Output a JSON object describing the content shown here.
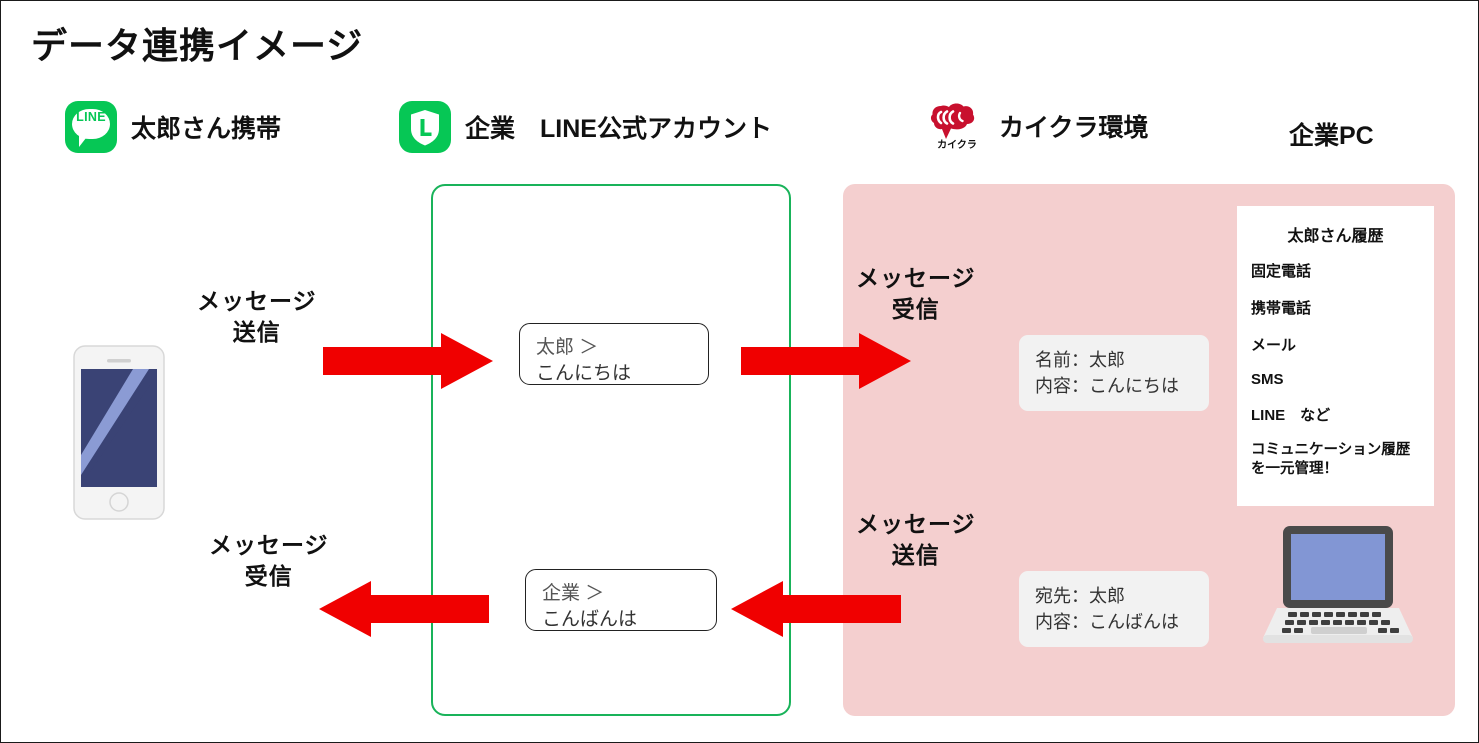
{
  "slide": {
    "title": "データ連携イメージ"
  },
  "headers": [
    {
      "key": "phone",
      "icon": "line-app-icon",
      "label": "太郎さん携帯"
    },
    {
      "key": "oa",
      "icon": "line-official-account-icon",
      "label": "企業　LINE公式アカウント"
    },
    {
      "key": "kaikura",
      "icon": "kaikura-logo-icon",
      "label": "カイクラ環境"
    },
    {
      "key": "pc",
      "icon": "none",
      "label": "企業PC"
    }
  ],
  "flow_labels": {
    "send_from_phone": {
      "line1": "メッセージ",
      "line2": "送信"
    },
    "receive_at_phone": {
      "line1": "メッセージ",
      "line2": "受信"
    },
    "receive_at_kaikura": {
      "line1": "メッセージ",
      "line2": "受信"
    },
    "send_from_kaikura": {
      "line1": "メッセージ",
      "line2": "送信"
    }
  },
  "bubbles": {
    "incoming": {
      "sender": "太郎 ＞",
      "body": "こんにちは"
    },
    "outgoing": {
      "sender": "企業 ＞",
      "body": "こんばんは"
    }
  },
  "data_boxes": {
    "incoming": {
      "line1": "名前：太郎",
      "line2": "内容：こんにちは"
    },
    "outgoing": {
      "line1": "宛先：太郎",
      "line2": "内容：こんばんは"
    }
  },
  "history_card": {
    "title": "太郎さん履歴",
    "items": [
      "固定電話",
      "携帯電話",
      "メール",
      "SMS",
      "LINE　など"
    ],
    "footer_line1": "コミュニケーション履歴",
    "footer_line2": "を一元管理！"
  },
  "icons": {
    "line_app_text": "LINE",
    "line_oa_letter": "L",
    "kaikura_wordmark": "カイクラ"
  },
  "colors": {
    "line_green": "#06C755",
    "container_green": "#19b35a",
    "kaikura_pink": "#f4cfcf",
    "kaikura_red": "#c8102e",
    "arrow_red": "#f00000",
    "phone_screen": "#3a4375",
    "laptop_screen": "#8296d4"
  }
}
